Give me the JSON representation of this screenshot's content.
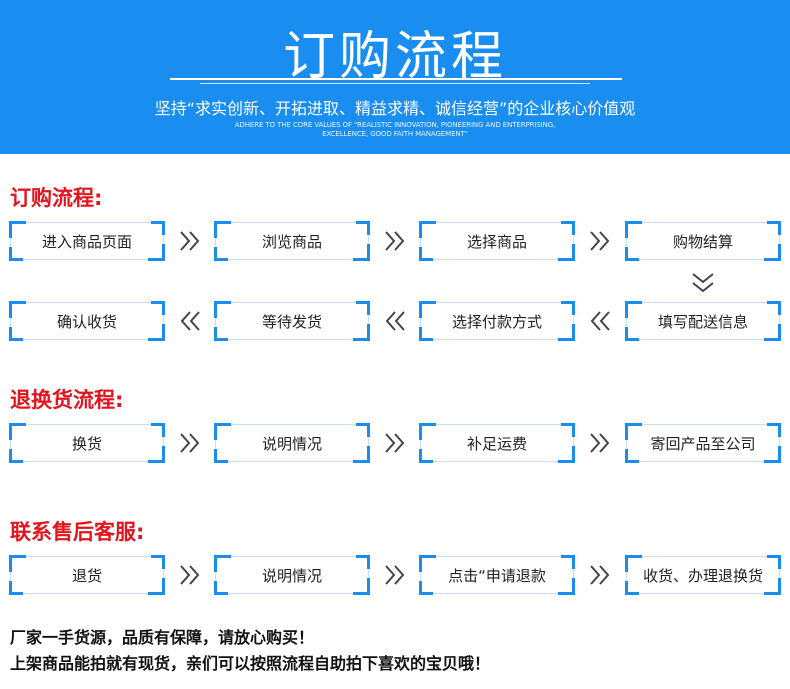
{
  "header": {
    "title": "订购流程",
    "subtitle": "坚持“求实创新、开拓进取、精益求精、诚信经营”的企业核心价值观",
    "english_line1": "ADHERE TO THE CORE VALUES OF \"REALISTIC INNOVATION, PIONEERING AND ENTERPRISING,",
    "english_line2": "EXCELLENCE, GOOD FAITH MANAGEMENT\""
  },
  "order_flow": {
    "title": "订购流程:",
    "row1": [
      "进入商品页面",
      "浏览商品",
      "选择商品",
      "购物结算"
    ],
    "row2": [
      "确认收货",
      "等待发货",
      "选择付款方式",
      "填写配送信息"
    ]
  },
  "return_flow": {
    "title": "退换货流程:",
    "steps": [
      "换货",
      "说明情况",
      "补足运费",
      "寄回产品至公司"
    ]
  },
  "contact_flow": {
    "title": "联系售后客服:",
    "steps": [
      "退货",
      "说明情况",
      "点击“申请退款",
      "收货、办理退换货"
    ]
  },
  "footer": {
    "line1": "厂家一手货源，品质有保障，请放心购买！",
    "line2": "上架商品能拍就有现货，亲们可以按照流程自助拍下喜欢的宝贝哦！"
  },
  "colors": {
    "accent_blue": "#1a8ef0",
    "title_red": "#e3141d"
  },
  "icons": {
    "arrow_right": "double-chevron-right-icon",
    "arrow_left": "double-chevron-left-icon",
    "arrow_down": "double-chevron-down-icon"
  }
}
